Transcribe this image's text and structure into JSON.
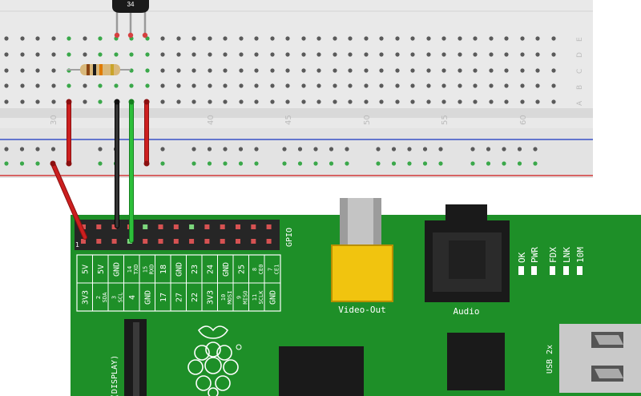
{
  "breadboard": {
    "row_labels": [
      "E",
      "D",
      "C",
      "B",
      "A"
    ],
    "column_labels": [
      "30",
      "40",
      "45",
      "50",
      "55",
      "60"
    ]
  },
  "sensor": {
    "label": "34"
  },
  "pi": {
    "gpio_header_label": "GPIO",
    "pin1_label": "1",
    "top_row_labels": [
      "5V",
      "5V",
      "GND",
      "14 TXD",
      "15 RXD",
      "18",
      "GND",
      "23",
      "24",
      "GND",
      "25",
      "8 CE0",
      "7 CE1"
    ],
    "bottom_row_labels": [
      "3V3",
      "2 SDA",
      "3 SCL",
      "4",
      "GND",
      "17",
      "27",
      "22",
      "3V3",
      "10 MOSI",
      "9 MISO",
      "11 SCLK",
      "GND"
    ],
    "video_label": "Video-Out",
    "audio_label": "Audio",
    "display_label": "(DISPLAY)",
    "usb_label": "USB 2x",
    "leds": [
      "OK",
      "PWR",
      "FDX",
      "LNK",
      "10M"
    ]
  },
  "colors": {
    "board_green": "#1e8f28",
    "breadboard": "#e9e9e9",
    "wire_red": "#cc1f1f",
    "wire_black": "#222222",
    "wire_green": "#2dbf3a",
    "rca_yellow": "#f1c40f"
  }
}
